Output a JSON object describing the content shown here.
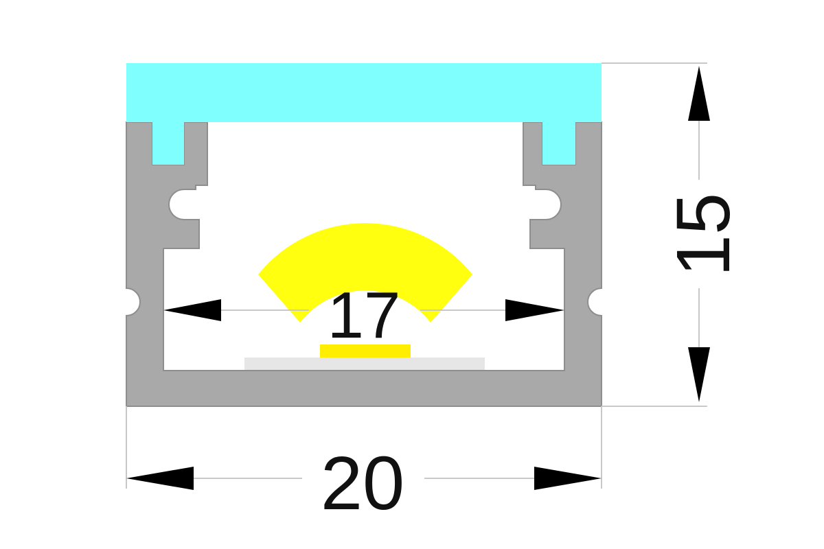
{
  "dimensions": {
    "width": "20",
    "height": "15",
    "inner_width": "17"
  },
  "colors": {
    "background": "#ffffff",
    "profile": "#a9a9a9",
    "profile_edge": "#8e8e8e",
    "diffuser": "#80ffff",
    "led_beam": "#ffff0f",
    "led_chip": "#ffee00",
    "led_strip": "#e6e6e6",
    "dimension_line": "#c8c8c8",
    "arrow": "#000000",
    "text": "#111111"
  }
}
